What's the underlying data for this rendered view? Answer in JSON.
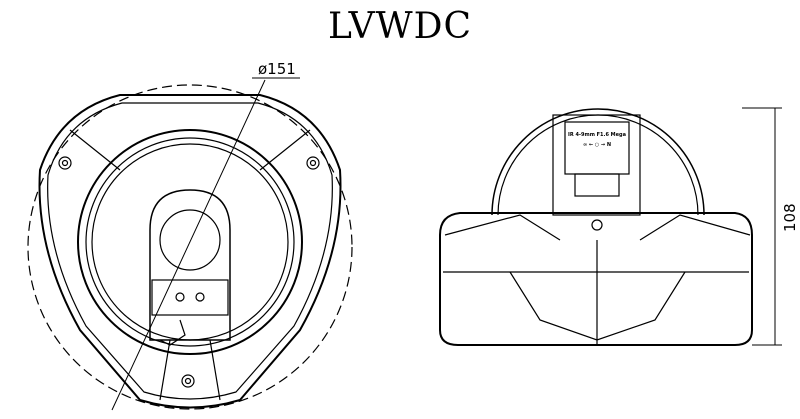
{
  "title": "LVWDC",
  "front_view": {
    "diameter_label": "ø151"
  },
  "side_view": {
    "height_label": "108",
    "lens_label": "IR 4-9mm F1.6 Mega",
    "focus_label": "∞ ← ○ → N"
  }
}
